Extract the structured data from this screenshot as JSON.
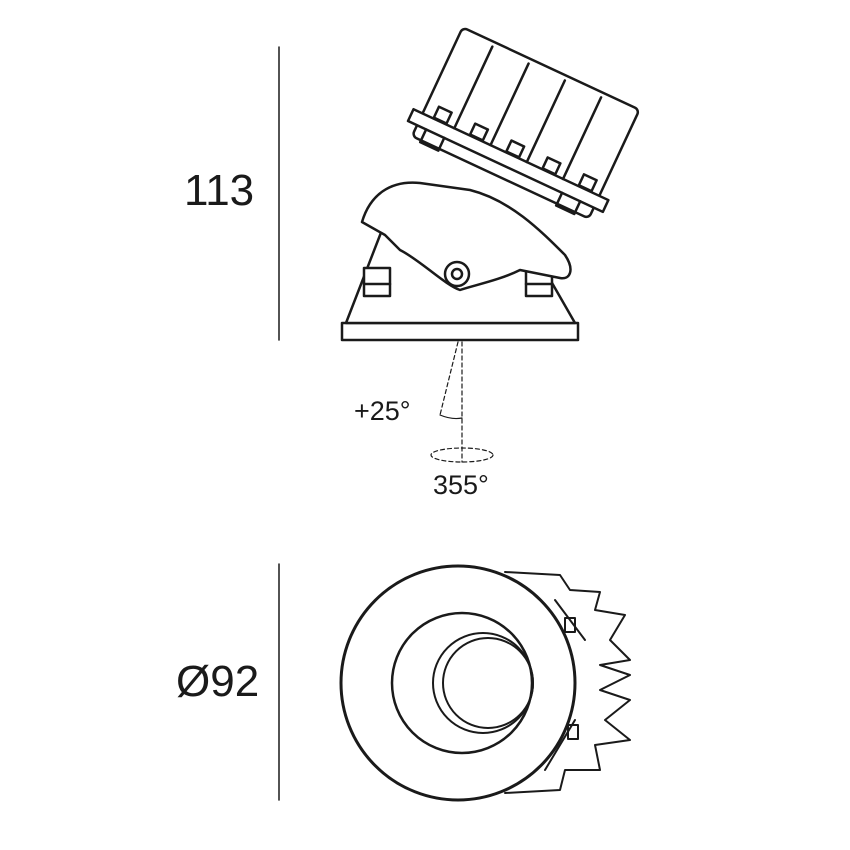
{
  "dimensions": {
    "height": "113",
    "diameter": "Ø92"
  },
  "angles": {
    "tilt": "+25°",
    "rotation": "355°"
  },
  "colors": {
    "line": "#1a1a1a",
    "background": "#ffffff"
  }
}
